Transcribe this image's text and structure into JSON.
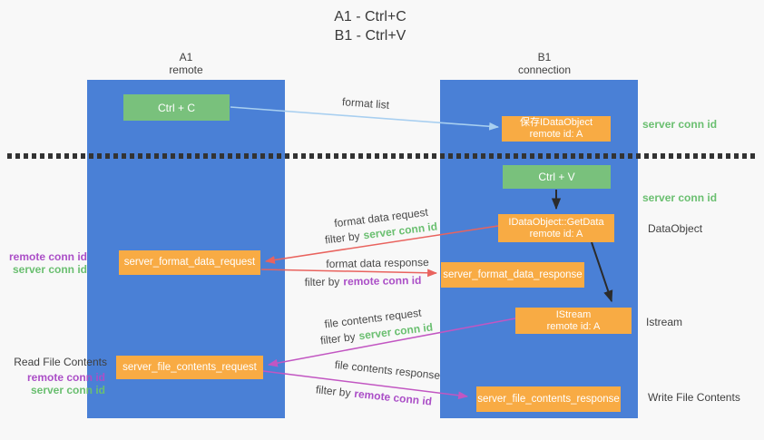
{
  "title": {
    "line1": "A1 - Ctrl+C",
    "line2": "B1 - Ctrl+V"
  },
  "columns": {
    "a1": {
      "name": "A1",
      "subtitle": "remote"
    },
    "b1": {
      "name": "B1",
      "subtitle": "connection"
    }
  },
  "nodes": {
    "ctrl_c": {
      "label": "Ctrl + C"
    },
    "ctrl_v": {
      "label": "Ctrl + V"
    },
    "save_idataobject": {
      "line1": "保存IDataObject",
      "line2": "remote id: A"
    },
    "idataobject_getdata": {
      "line1": "IDataObject::GetData",
      "line2": "remote id: A"
    },
    "istream": {
      "line1": "IStream",
      "line2": "remote id: A"
    },
    "server_format_data_request": {
      "label": "server_format_data_request"
    },
    "server_format_data_response": {
      "label": "server_format_data_response"
    },
    "server_file_contents_request": {
      "label": "server_file_contents_request"
    },
    "server_file_contents_response": {
      "label": "server_file_contents_response"
    }
  },
  "flow_labels": {
    "format_list": "format list",
    "format_data_request": "format data request",
    "format_data_response": "format data response",
    "file_contents_request": "file contents request",
    "file_contents_response": "file contents response",
    "filter_by": "filter by",
    "server_conn_id": "server conn id",
    "remote_conn_id": "remote conn id"
  },
  "side_labels": {
    "right_server_conn_id_top": "server conn id",
    "right_server_conn_id_mid": "server conn id",
    "data_object": "DataObject",
    "istream": "Istream",
    "write_file_contents": "Write File Contents",
    "read_file_contents": "Read File Contents",
    "left_remote_conn_id_1": "remote conn id",
    "left_server_conn_id_1": "server conn id",
    "left_remote_conn_id_2": "remote conn id",
    "left_server_conn_id_2": "server conn id"
  },
  "colors": {
    "column_blue": "#4a80d6",
    "box_green": "#79c17c",
    "box_orange": "#f8ab44",
    "arrow_red": "#e9635e",
    "arrow_magenta": "#c256c2",
    "arrow_light_blue": "#a8cff0",
    "arrow_black": "#2b2b2b",
    "text_green": "#6abf70",
    "text_purple": "#ab4fc7",
    "text_dark": "#3f3f3f",
    "background": "#f8f8f8"
  }
}
